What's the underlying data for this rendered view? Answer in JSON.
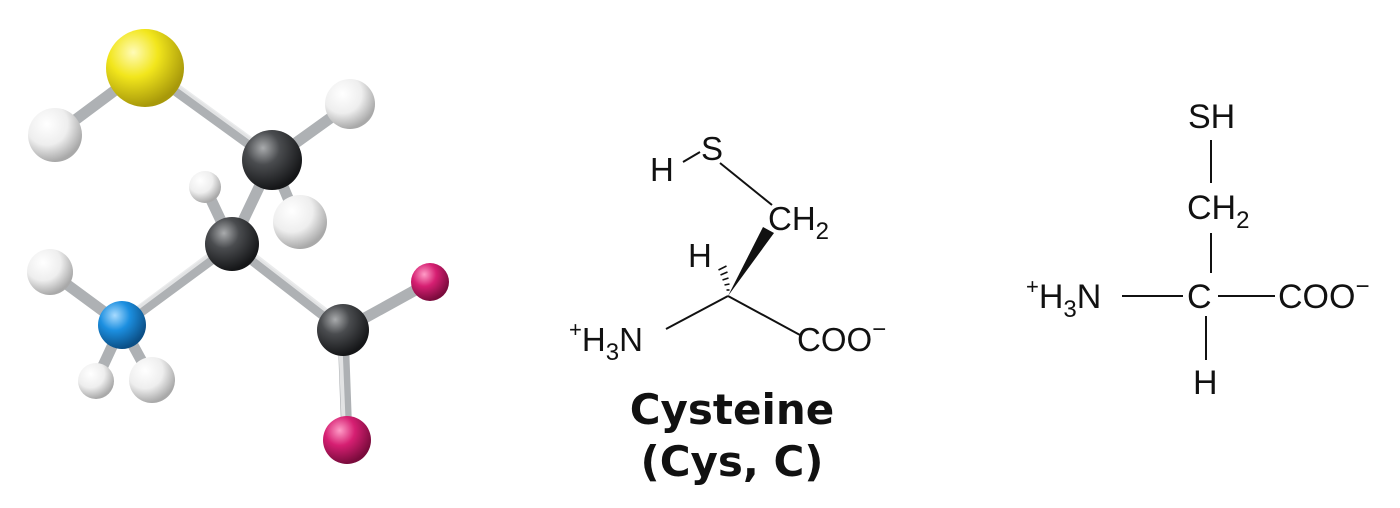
{
  "colors": {
    "sulfur": "#f2e61c",
    "carbon": "#3b3d40",
    "hydrogen": "#f2f2f2",
    "nitrogen": "#1c8fe0",
    "oxygen": "#d61f72",
    "bond": "#b9bcbf",
    "ink": "#111111"
  },
  "atom_labels": {
    "S": "S",
    "H": "H",
    "CH": "CH",
    "sub2": "2",
    "sub3": "3",
    "N": "N",
    "C": "C",
    "COO": "COO",
    "SH": "SH",
    "plus": "+",
    "minus": "−"
  },
  "caption": {
    "name": "Cysteine",
    "abbrev": "(Cys, C)"
  }
}
